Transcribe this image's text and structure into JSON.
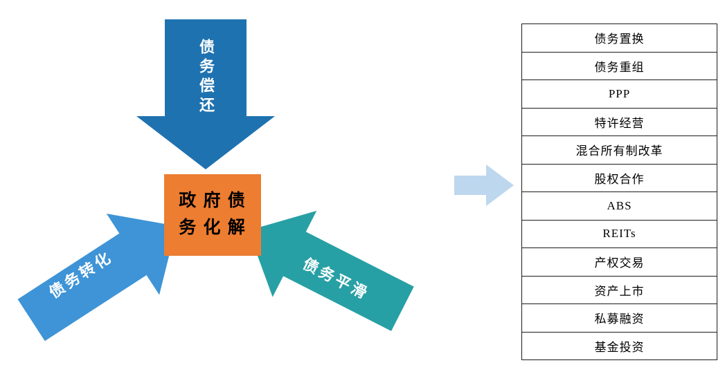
{
  "diagram": {
    "center": {
      "line1": "政 府 债",
      "line2": "务 化 解",
      "color": "#EC7D31"
    },
    "arrows": [
      {
        "id": "top",
        "label": "债务偿还",
        "color": "#1F72B0"
      },
      {
        "id": "left",
        "label": "债务转化",
        "color": "#3E94D6"
      },
      {
        "id": "right",
        "label": "债务平滑",
        "color": "#27A0A5"
      }
    ],
    "pointer": {
      "color": "#BDD7EE"
    }
  },
  "table": {
    "rows": [
      "债务置换",
      "债务重组",
      "PPP",
      "特许经营",
      "混合所有制改革",
      "股权合作",
      "ABS",
      "REITs",
      "产权交易",
      "资产上市",
      "私募融资",
      "基金投资"
    ]
  }
}
